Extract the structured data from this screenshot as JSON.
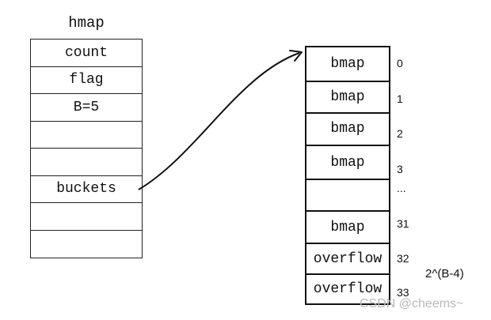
{
  "hmap": {
    "title": "hmap",
    "rows": [
      "count",
      "flag",
      "B=5",
      "",
      "",
      "buckets",
      "",
      ""
    ]
  },
  "buckets": {
    "cells": [
      "bmap",
      "bmap",
      "bmap",
      "bmap",
      "",
      "bmap",
      "overflow",
      "overflow"
    ],
    "indices": [
      "0",
      "1",
      "2",
      "3",
      "...",
      "31",
      "32",
      "33"
    ],
    "note": "2^(B-4)"
  },
  "watermark": "CSDN @cheems~"
}
